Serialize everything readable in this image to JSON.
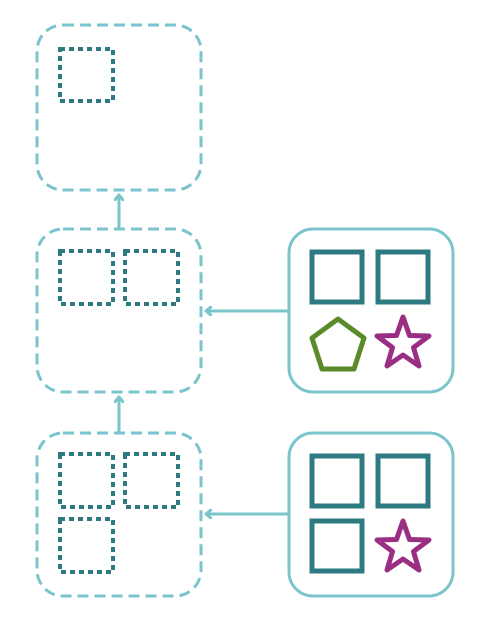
{
  "colors": {
    "container_outline": "#7ac4cc",
    "slot_outline": "#2e7a82",
    "shape_square": "#2e7a82",
    "shape_pentagon": "#5a8a2a",
    "shape_star": "#9a2e82",
    "arrow": "#7ac4cc",
    "background": "#ffffff"
  },
  "stack": {
    "top_box": {
      "dotted_slots": 1
    },
    "middle_box": {
      "dotted_slots": 2
    },
    "bottom_box": {
      "dotted_slots": 3
    }
  },
  "sources": {
    "upper_panel": {
      "shapes": [
        "square",
        "square",
        "pentagon",
        "star"
      ]
    },
    "lower_panel": {
      "shapes": [
        "square",
        "square",
        "square",
        "star"
      ]
    }
  },
  "icons": {
    "container": "dashed-rounded-box-icon",
    "slot": "dotted-square-icon",
    "square": "square-icon",
    "pentagon": "pentagon-icon",
    "star": "star-icon",
    "arrow": "arrow-icon"
  }
}
